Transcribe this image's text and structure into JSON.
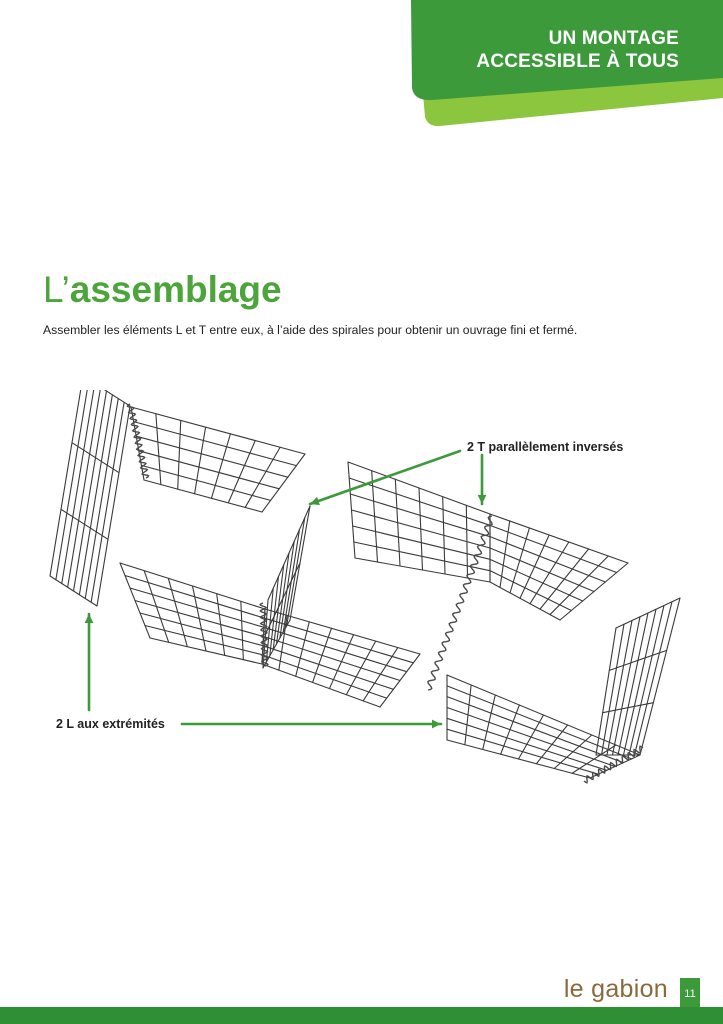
{
  "header": {
    "line1": "UN MONTAGE",
    "line2": "ACCESSIBLE À TOUS",
    "colors": {
      "dark_green": "#3d9a3b",
      "light_green": "#8cc63f"
    }
  },
  "title": {
    "light": "L’",
    "bold": "assemblage",
    "color": "#4ca53a"
  },
  "intro": "Assembler les éléments L et T entre eux, à l’aide des spirales pour obtenir un ouvrage fini et fermé.",
  "callouts": {
    "t_label": "2 T parallèlement inversés",
    "l_label": "2 L aux extrémités",
    "arrow_color": "#3d9a3b"
  },
  "footer": {
    "brand": "le gabion",
    "page": "11"
  }
}
